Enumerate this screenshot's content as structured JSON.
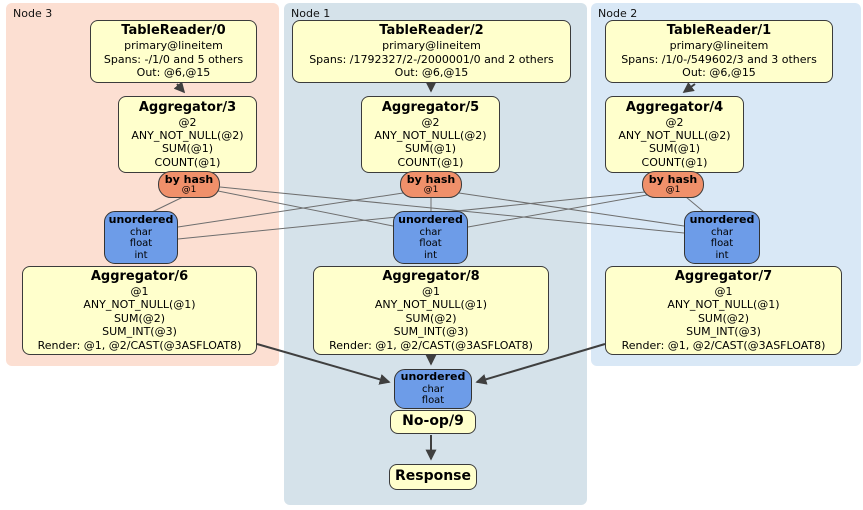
{
  "nodes": {
    "node3": {
      "label": "Node 3",
      "table_reader": {
        "title": "TableReader/0",
        "lines": [
          "primary@lineitem",
          "Spans: -/1/0 and 5 others",
          "Out: @6,@15"
        ]
      },
      "aggregator_top": {
        "title": "Aggregator/3",
        "lines": [
          "@2",
          "ANY_NOT_NULL(@2)",
          "SUM(@1)",
          "COUNT(@1)"
        ]
      },
      "hash_router": {
        "label": "by hash",
        "detail": "@1"
      },
      "sync": {
        "label": "unordered",
        "types": [
          "char",
          "float",
          "int"
        ]
      },
      "aggregator_bottom": {
        "title": "Aggregator/6",
        "lines": [
          "@1",
          "ANY_NOT_NULL(@1)",
          "SUM(@2)",
          "SUM_INT(@3)",
          "Render: @1, @2/CAST(@3ASFLOAT8)"
        ]
      }
    },
    "node1": {
      "label": "Node 1",
      "table_reader": {
        "title": "TableReader/2",
        "lines": [
          "primary@lineitem",
          "Spans: /1792327/2-/2000001/0 and 2 others",
          "Out: @6,@15"
        ]
      },
      "aggregator_top": {
        "title": "Aggregator/5",
        "lines": [
          "@2",
          "ANY_NOT_NULL(@2)",
          "SUM(@1)",
          "COUNT(@1)"
        ]
      },
      "hash_router": {
        "label": "by hash",
        "detail": "@1"
      },
      "sync": {
        "label": "unordered",
        "types": [
          "char",
          "float",
          "int"
        ]
      },
      "aggregator_bottom": {
        "title": "Aggregator/8",
        "lines": [
          "@1",
          "ANY_NOT_NULL(@1)",
          "SUM(@2)",
          "SUM_INT(@3)",
          "Render: @1, @2/CAST(@3ASFLOAT8)"
        ]
      }
    },
    "node2": {
      "label": "Node 2",
      "table_reader": {
        "title": "TableReader/1",
        "lines": [
          "primary@lineitem",
          "Spans: /1/0-/549602/3 and 3 others",
          "Out: @6,@15"
        ]
      },
      "aggregator_top": {
        "title": "Aggregator/4",
        "lines": [
          "@2",
          "ANY_NOT_NULL(@2)",
          "SUM(@1)",
          "COUNT(@1)"
        ]
      },
      "hash_router": {
        "label": "by hash",
        "detail": "@1"
      },
      "sync": {
        "label": "unordered",
        "types": [
          "char",
          "float",
          "int"
        ]
      },
      "aggregator_bottom": {
        "title": "Aggregator/7",
        "lines": [
          "@1",
          "ANY_NOT_NULL(@1)",
          "SUM(@2)",
          "SUM_INT(@3)",
          "Render: @1, @2/CAST(@3ASFLOAT8)"
        ]
      }
    }
  },
  "output": {
    "sync": {
      "label": "unordered",
      "types": [
        "char",
        "float"
      ]
    },
    "noop": {
      "label": "No-op/9"
    },
    "response": {
      "label": "Response"
    }
  },
  "colors": {
    "node3_region": "#fcdfd2",
    "node1_region": "#d5e2ea",
    "node2_region": "#d9e8f6",
    "processor_box": "#ffffcc",
    "hash_router": "#f0906a",
    "sync_box": "#6d9ce8",
    "edge_thin": "#6e6e6e",
    "edge_thick": "#3f3f3f"
  }
}
